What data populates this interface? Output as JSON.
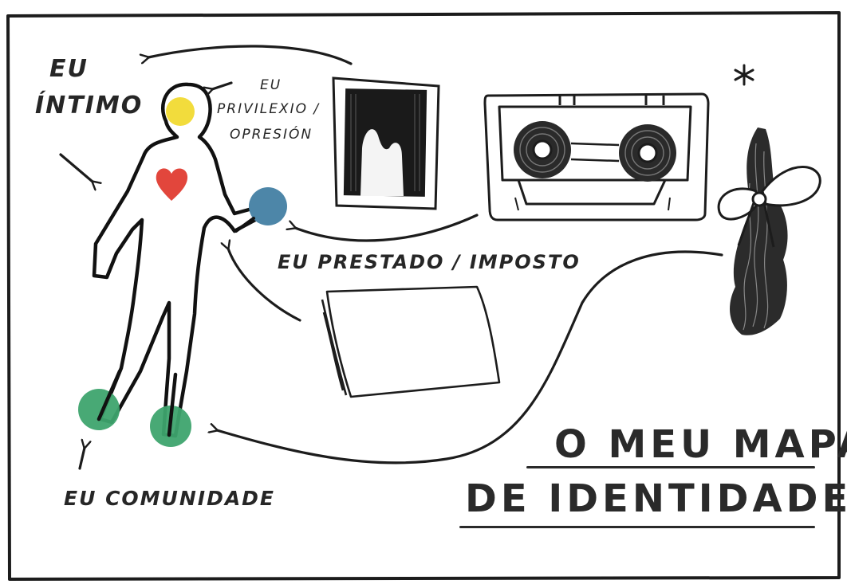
{
  "title": {
    "line1": "O MEU MAPA",
    "line2": "DE IDENTIDADE"
  },
  "labels": {
    "intimo_line1": "EU",
    "intimo_line2": "ÍNTIMO",
    "privilexio_line1": "EU",
    "privilexio_line2": "PRIVILEXIO /",
    "privilexio_line3": "OPRESIÓN",
    "prestado": "EU PRESTADO / IMPOSTO",
    "comunidade": "EU COMUNIDADE"
  },
  "colors": {
    "ink": "#1c1c1c",
    "head_dot": "#f2dc3c",
    "heart": "#e2463c",
    "hand_dot": "#4d86a8",
    "feet_dot": "#3ea46e"
  },
  "items": [
    "photo-icon",
    "cassette-tape-icon",
    "paper-sheet-icon",
    "hair-ribbon-icon",
    "asterisk-icon"
  ]
}
